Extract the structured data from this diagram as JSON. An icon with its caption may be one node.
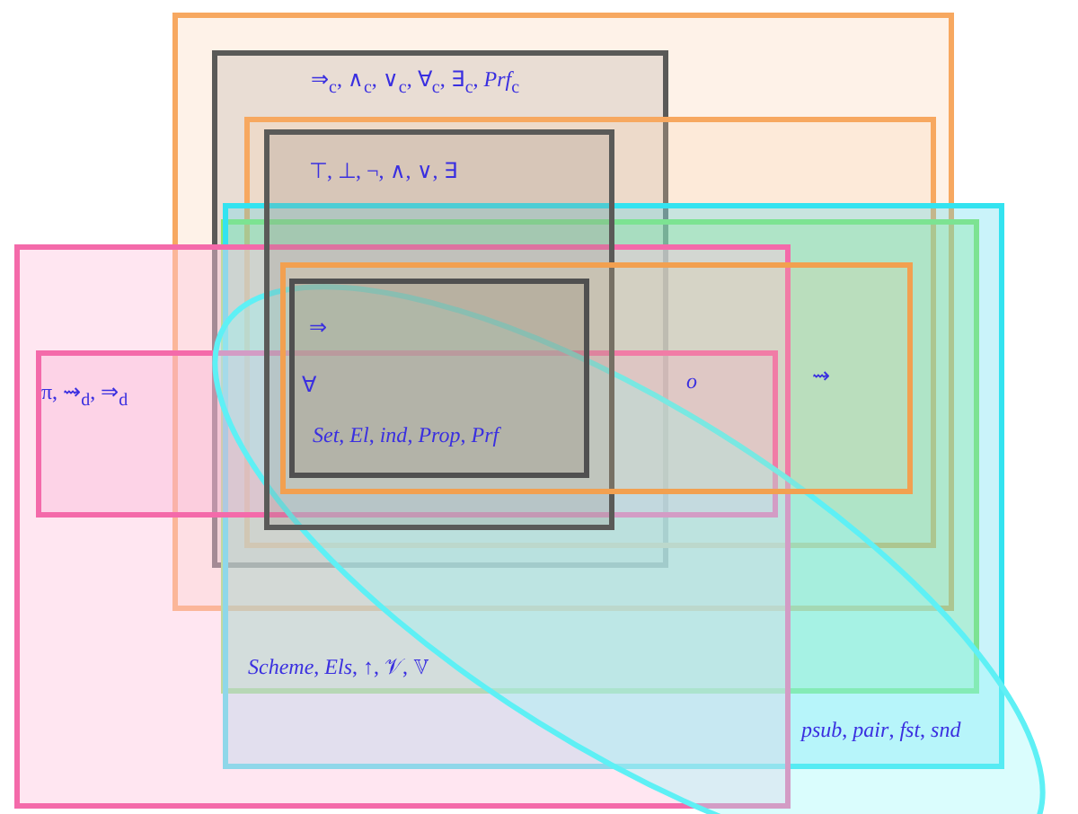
{
  "diagram": {
    "nodes": [
      {
        "text": [],
        "shape": "box"
      },
      {
        "text": [
          "⇒$_{c}$, ∧$_{c}$, ∨$_{c}$, ∀$_{c}$, ∃$_{c}$, *Prf*$_{c}$"
        ],
        "in": 0
      },
      {
        "text": [],
        "shape": "box",
        "in": 0
      },
      {
        "text": [
          "⊤, ⊥, ¬, ∧, ∨, ∃"
        ]
      },
      {
        "text": [
          "⇝"
        ]
      },
      {
        "text": [
          "⇒",
          "∀",
          "*Set*, *El*, *ind*, *Prop*, *Prf*"
        ]
      },
      {
        "text": [
          "*Scheme*, *Els*, ↑, 𝒱, 𝕍"
        ],
        "in": 7
      },
      {
        "text": [
          "*psub*, *pair*, *fst*, *snd*"
        ]
      },
      {
        "text": [],
        "shape": "box"
      },
      {
        "text": [
          "π, ⇝$_{d}$, ⇒$_{d}$",
          "*o*"
        ],
        "in": 8
      },
      {
        "text": [],
        "shape": "ellipse"
      }
    ]
  }
}
